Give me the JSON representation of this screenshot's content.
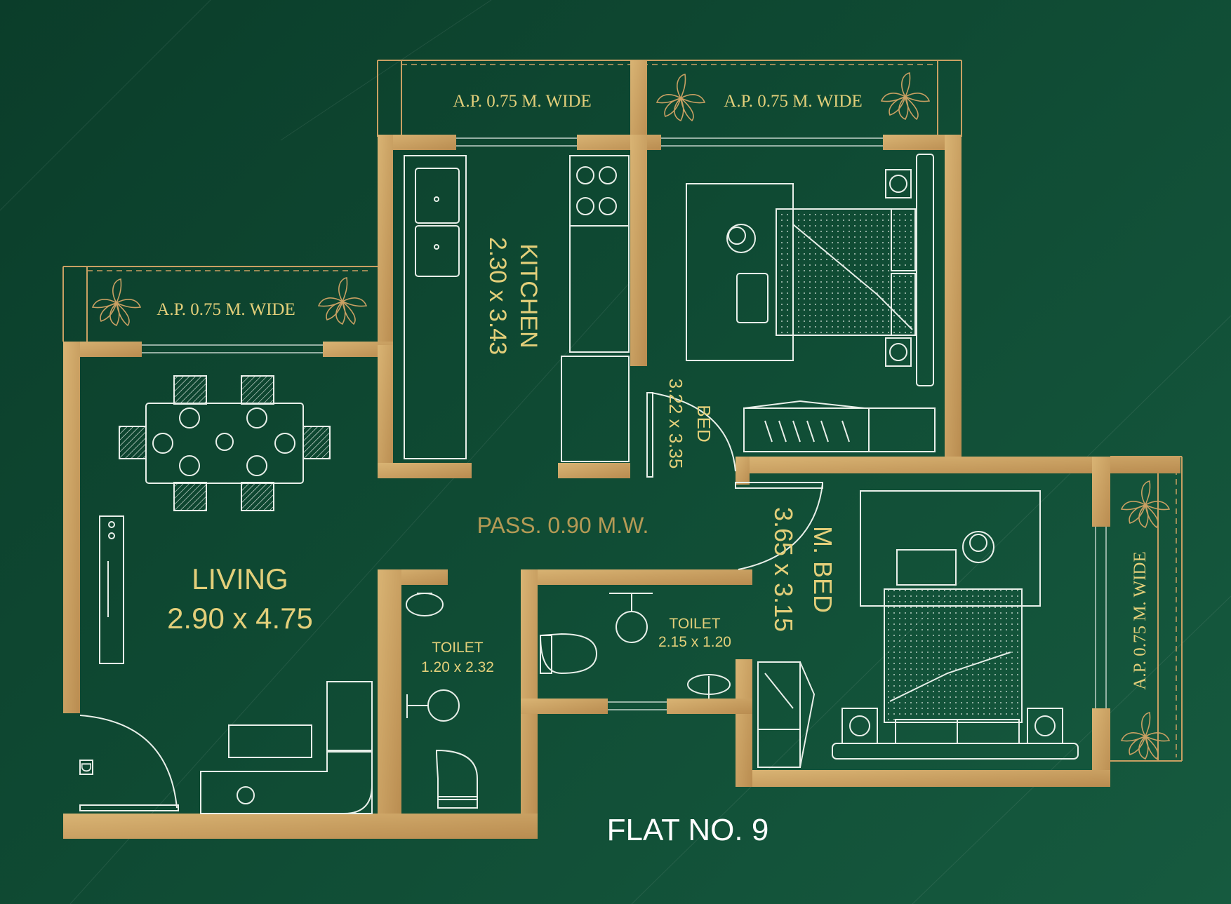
{
  "flat_title": "FLAT NO. 9",
  "colors": {
    "background": "#0f4a33",
    "wall": "#c9a063",
    "label_gold": "#e3cf7a",
    "furniture_line": "#e8efe9",
    "balcony_line": "#c9a063",
    "title_text": "#ffffff",
    "passage_text": "#b59a55"
  },
  "balconies": {
    "kitchen": "A.P. 0.75 M. WIDE",
    "bedroom": "A.P. 0.75 M. WIDE",
    "living": "A.P. 0.75 M. WIDE",
    "master_bedroom": "A.P. 0.75 M. WIDE"
  },
  "rooms": {
    "kitchen": {
      "name": "KITCHEN",
      "size": "2.30 x 3.43"
    },
    "bed": {
      "name": "BED",
      "size": "3.22 x 3.35"
    },
    "living": {
      "name": "LIVING",
      "size": "2.90 x 4.75"
    },
    "passage": {
      "name": "PASS. 0.90 M.W."
    },
    "toilet_1": {
      "name": "TOILET",
      "size": "1.20 x 2.32"
    },
    "toilet_2": {
      "name": "TOILET",
      "size": "2.15 x 1.20"
    },
    "master_bed": {
      "name": "M. BED",
      "size": "3.65 x 3.15"
    }
  },
  "door_mark": "D",
  "icons": [
    "plant-icon",
    "bed-icon",
    "sofa-icon",
    "dining-table-icon",
    "stove-icon",
    "sink-icon",
    "toilet-icon",
    "washbasin-icon",
    "wardrobe-icon",
    "person-icon",
    "door-swing-icon"
  ]
}
